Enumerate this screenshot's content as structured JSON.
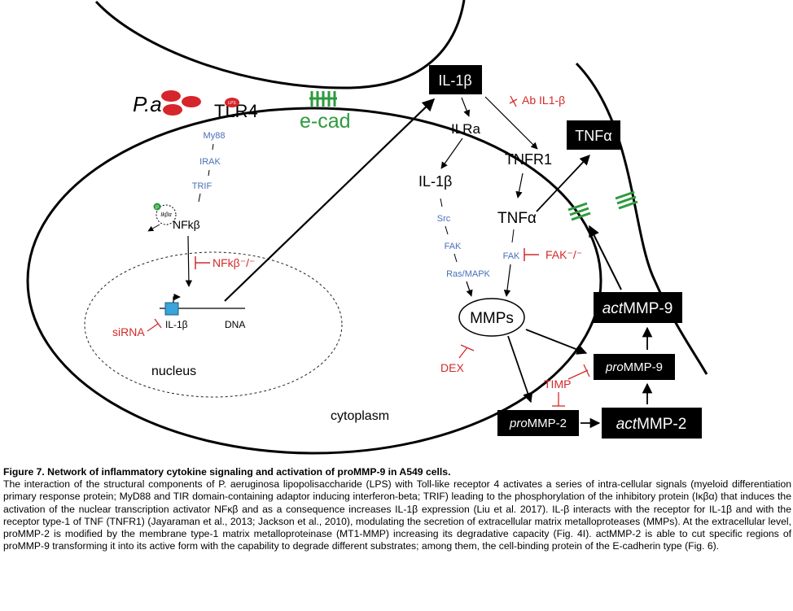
{
  "figure": {
    "labels": {
      "pa": "P.a",
      "tlr4": "TLR4",
      "lps": "LPS",
      "ecad": "e-cad",
      "my88": "My88",
      "irak": "IRAK",
      "trif": "TRIF",
      "ikba_p": "P",
      "ikba": "Ikβα",
      "nfkb": "NFkβ",
      "nfkb_inhib": "NFkβ⁻/⁻",
      "sirna": "siRNA",
      "il1b_gene": "IL-1β",
      "dna": "DNA",
      "nucleus": "nucleus",
      "cytoplasm": "cytoplasm",
      "il1b_box": "IL-1β",
      "ab_il1b": "Ab IL1-β",
      "ilra": "ILRa",
      "tnfr1": "TNFR1",
      "tnfa_box": "TNFα",
      "il1b_mid": "IL-1β",
      "src": "Src",
      "fak1": "FAK",
      "rasmapk": "Ras/MAPK",
      "tnfa_mid": "TNFα",
      "fak2": "FAK",
      "fak_ko": "FAK⁻/⁻",
      "mmps": "MMPs",
      "dex": "DEX",
      "actmmp9_pre": "act",
      "actmmp9_main": "MMP-9",
      "prommp9_pre": "pro",
      "prommp9_main": "MMP-9",
      "timp": "TIMP",
      "prommp2_pre": "pro",
      "prommp2_main": "MMP-2",
      "actmmp2_pre": "act",
      "actmmp2_main": "MMP-2"
    },
    "colors": {
      "inhibitor_red": "#d42a2a",
      "pathway_blue": "#4a6fb6",
      "ecad_green": "#2e9a3e",
      "bacteria_red": "#d6262b",
      "gene_box_blue": "#3aa3d8",
      "box_black": "#000000"
    }
  },
  "caption": {
    "title": "Figure 7. Network of inflammatory cytokine signaling and activation of proMMP-9 in A549 cells.",
    "body": "The interaction of the structural components of P. aeruginosa lipopolisaccharide (LPS) with Toll-like receptor 4 activates a series of intra-cellular signals (myeloid differentiation primary response protein; MyD88 and TIR domain-containing adaptor inducing interferon-beta; TRIF) leading to the phosphorylation of the inhibitory protein (Iκβα) that induces the activation of the nuclear transcription activator NFκβ and as a consequence increases IL-1β expression (Liu et al. 2017). IL-β interacts with the receptor for IL-1β and with the receptor type-1 of TNF (TNFR1) (Jayaraman et al., 2013; Jackson et al., 2010), modulating the secretion of extracellular matrix metalloproteases (MMPs). At the extracellular level, proMMP-2 is modified by the membrane type-1 matrix metalloproteinase (MT1-MMP) increasing its degradative capacity (Fig. 4I). actMMP-2 is able to cut specific regions of proMMP-9 transforming it into its active form with the capability to degrade different substrates; among them, the cell-binding protein of the E-cadherin type (Fig. 6)."
  }
}
